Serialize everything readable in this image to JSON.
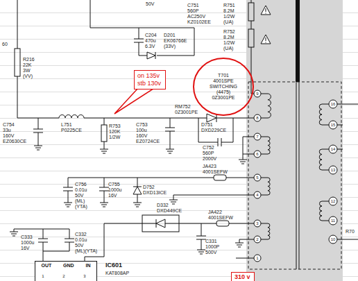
{
  "diagram": {
    "nodes": [
      {
        "text": [
          "on 135v",
          "stb 130v"
        ]
      },
      {
        "text": [
          "T701 4001SPE SWITCHING (4475)",
          "0Z3001PE"
        ]
      },
      {
        "text": [
          "OUT",
          "GND",
          "IN"
        ]
      },
      {
        "text": [
          "310 v"
        ]
      }
    ],
    "labels": [
      "50V",
      "C204",
      "470u",
      "6.3V",
      "D201",
      "EK06766E",
      "(33V)",
      "C751",
      "560P",
      "AC250V",
      "KZ0102EE",
      "R751",
      "8.2M",
      "1/2W",
      "(UA)",
      "R752",
      "8.2M",
      "1/2W",
      "(UA)",
      "60",
      "R216",
      "22K",
      "3W",
      "(VV)",
      "RM752",
      "0Z3001PE",
      "C754",
      "33u",
      "160V",
      "EZ0630CE",
      "L751",
      "P0225CE",
      "R753",
      "120K",
      "1/2W",
      "C753",
      "100u",
      "160V",
      "EZ0724CE",
      "D751",
      "DXD229CE",
      "C752",
      "560P",
      "2000V",
      "JA423",
      "4001SEFW",
      "C756",
      "0.01u",
      "50V",
      "(ML)",
      "(YTA)",
      "C755",
      "1000u",
      "16V",
      "D752",
      "DXD13ICE",
      "D332",
      "DXD449CE",
      "JA422",
      "4001SEFW",
      "C333",
      "1000u",
      "16V",
      "C332",
      "0.01u",
      "50V",
      "(ML)(YTA)",
      "C331",
      "1000P",
      "500V",
      "IC601",
      "KAT808AP",
      "1",
      "2",
      "3",
      "9",
      "8",
      "7",
      "6",
      "5",
      "4",
      "3",
      "2",
      "1",
      "16",
      "15",
      "14",
      "13",
      "12",
      "11",
      "10",
      "R70"
    ]
  }
}
